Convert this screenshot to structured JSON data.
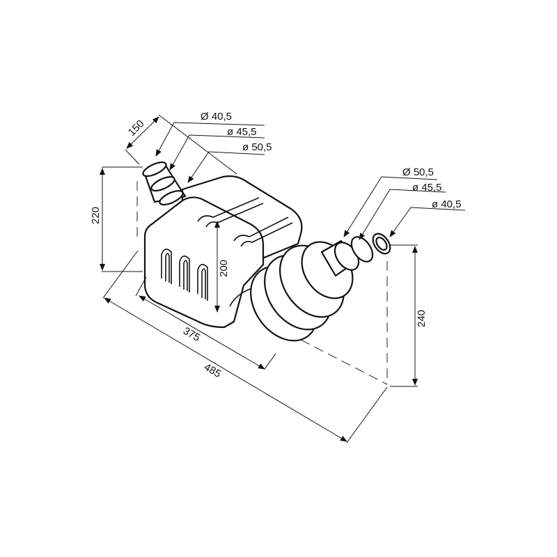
{
  "diagram": {
    "type": "technical-dimension-drawing",
    "subject": "waterlock / muffler with two stepped hose connectors",
    "dimensions": {
      "left_depth": "150",
      "left_height": "220",
      "body_height": "200",
      "body_length": "375",
      "overall_length": "485",
      "right_height": "240"
    },
    "left_connector": {
      "d1": "Ø 40,5",
      "d2": "ø 45,5",
      "d3": "ø 50,5"
    },
    "right_connector": {
      "d1": "Ø 50,5",
      "d2": "ø 45,5",
      "d3": "ø 40,5"
    },
    "colors": {
      "line": "#111111",
      "background": "#ffffff"
    }
  }
}
